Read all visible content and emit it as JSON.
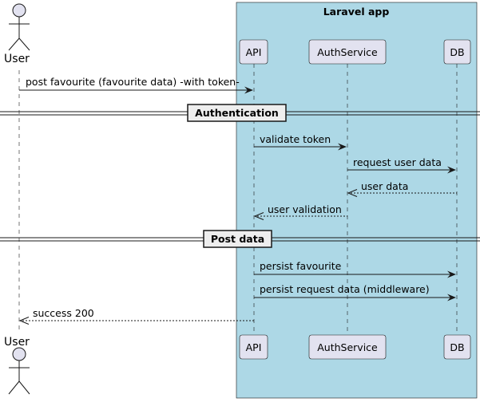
{
  "diagram": {
    "group": {
      "title": "Laravel app",
      "fill": "#ADD8E6"
    },
    "actor": {
      "name_top": "User",
      "name_bottom": "User"
    },
    "participants": [
      {
        "id": "api",
        "label": "API"
      },
      {
        "id": "auth",
        "label": "AuthService"
      },
      {
        "id": "db",
        "label": "DB"
      }
    ],
    "messages": [
      {
        "label": "post favourite (favourite data) -with token-",
        "kind": "sync"
      },
      {
        "label": "validate token",
        "kind": "sync"
      },
      {
        "label": "request user data",
        "kind": "sync"
      },
      {
        "label": "user data",
        "kind": "reply"
      },
      {
        "label": "user validation",
        "kind": "reply"
      },
      {
        "label": "persist favourite",
        "kind": "sync"
      },
      {
        "label": "persist request data (middleware)",
        "kind": "sync"
      },
      {
        "label": "success 200",
        "kind": "reply"
      }
    ],
    "dividers": [
      {
        "label": "Authentication"
      },
      {
        "label": "Post data"
      }
    ],
    "colors": {
      "participant_fill": "#E2E2F0",
      "participant_stroke": "#181818",
      "lifeline": "#181818",
      "actor_fill": "#E2E2F0"
    }
  }
}
